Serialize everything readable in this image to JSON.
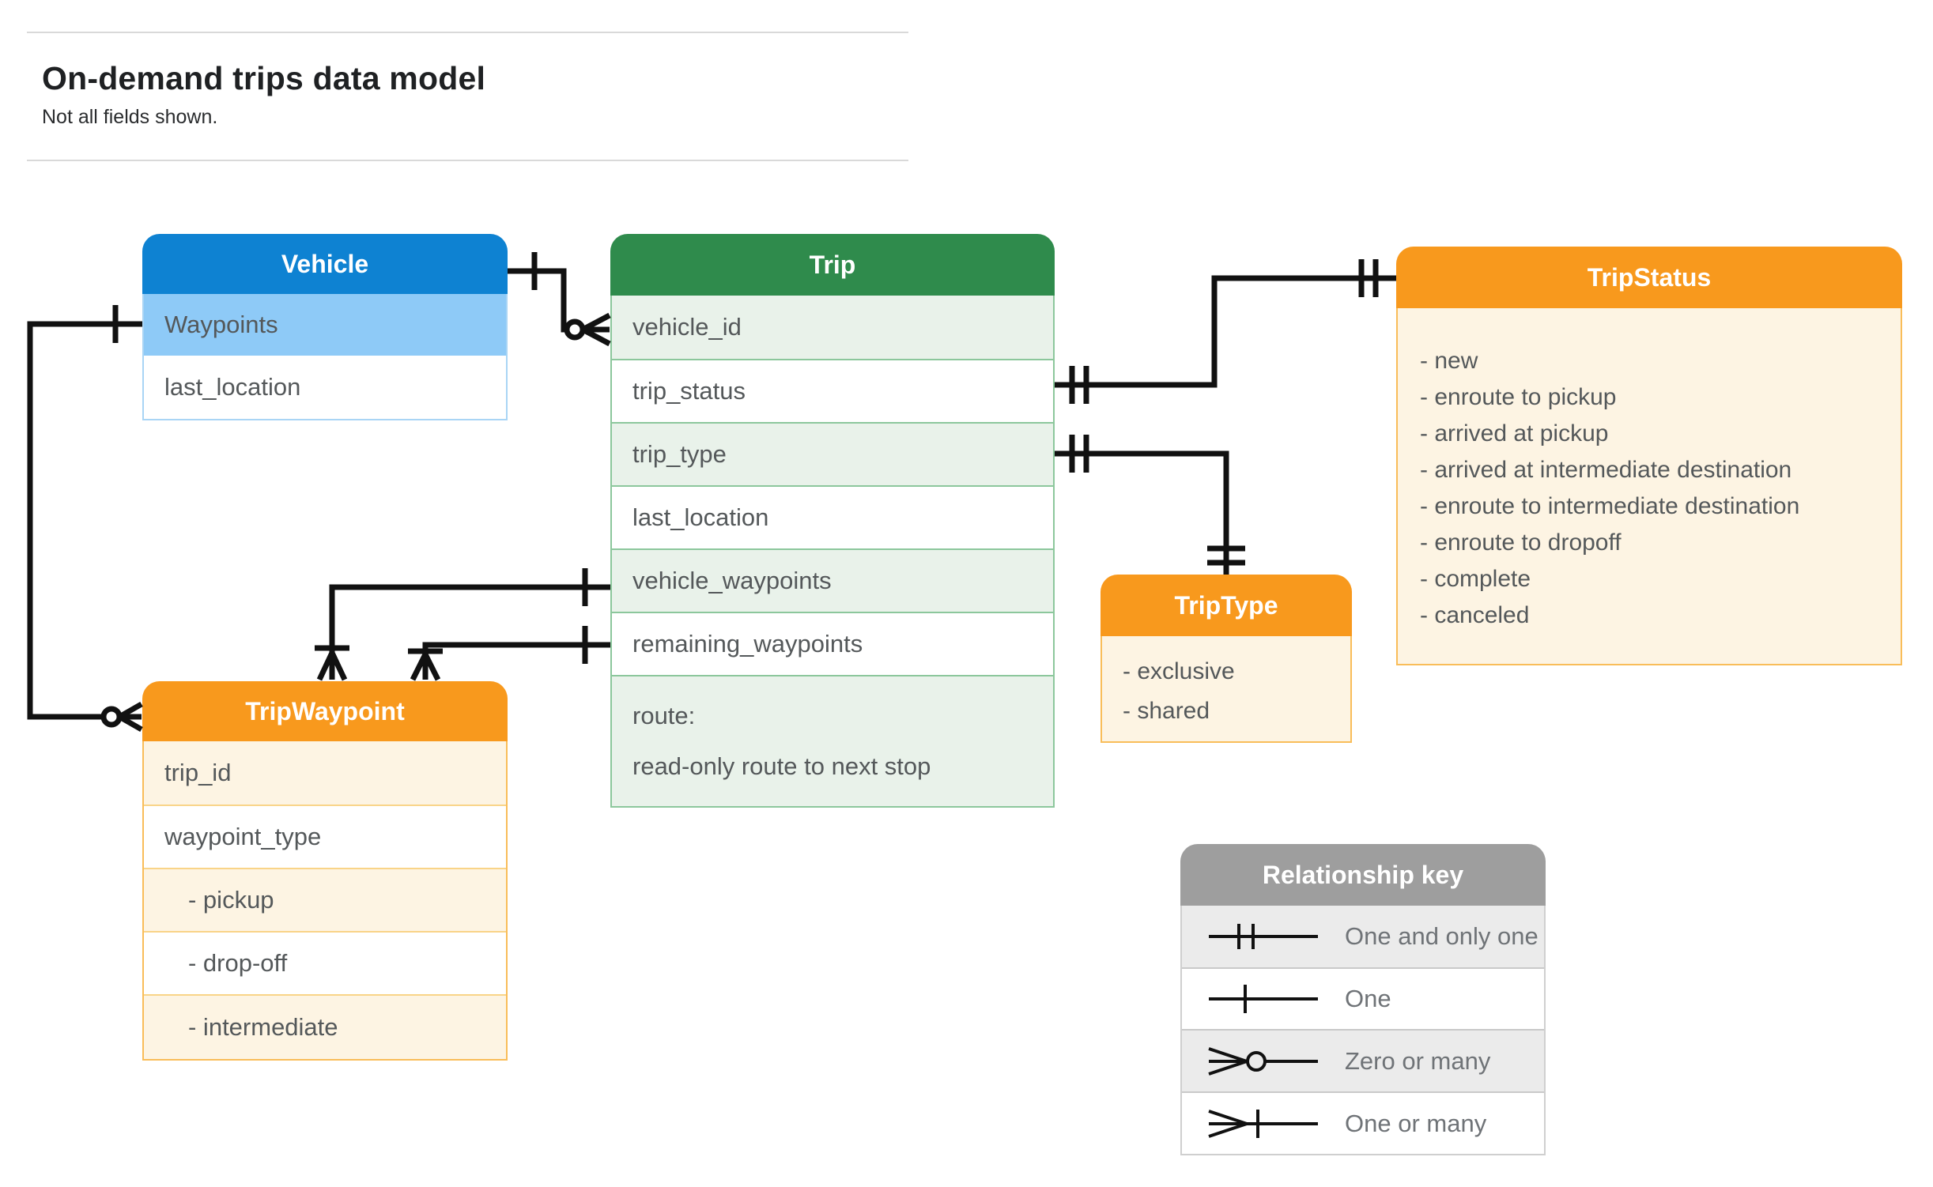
{
  "page": {
    "title": "On-demand trips data model",
    "subtitle": "Not all fields shown."
  },
  "entities": {
    "vehicle": {
      "title": "Vehicle",
      "rows": {
        "waypoints": "Waypoints",
        "last_location": "last_location"
      }
    },
    "trip": {
      "title": "Trip",
      "rows": {
        "vehicle_id": "vehicle_id",
        "trip_status": "trip_status",
        "trip_type": "trip_type",
        "last_location": "last_location",
        "vehicle_waypoints": "vehicle_waypoints",
        "remaining_waypoints": "remaining_waypoints",
        "route_line1": "route:",
        "route_line2": "read-only route to next stop"
      }
    },
    "trip_status": {
      "title": "TripStatus",
      "values": [
        "- new",
        "- enroute to pickup",
        "- arrived at pickup",
        "- arrived at intermediate destination",
        "- enroute to intermediate destination",
        "- enroute to dropoff",
        "- complete",
        "- canceled"
      ]
    },
    "trip_waypoint": {
      "title": "TripWaypoint",
      "rows": {
        "trip_id": "trip_id",
        "waypoint_type": "waypoint_type",
        "pickup": "- pickup",
        "drop_off": "- drop-off",
        "intermediate": "- intermediate"
      }
    },
    "trip_type": {
      "title": "TripType",
      "values": [
        "- exclusive",
        "- shared"
      ]
    }
  },
  "legend": {
    "title": "Relationship key",
    "items": [
      "One and only one",
      "One",
      "Zero or many",
      "One or many"
    ]
  },
  "colors": {
    "vehicle_header": "#0e82d2",
    "vehicle_row": "#8ecaf7",
    "trip_header": "#2f8b4c",
    "trip_row": "#e9f2ea",
    "orange_header": "#f8991d",
    "orange_row": "#fdf4e3",
    "legend_header": "#9e9e9e",
    "legend_row": "#ebebeb",
    "connector": "#111111"
  }
}
